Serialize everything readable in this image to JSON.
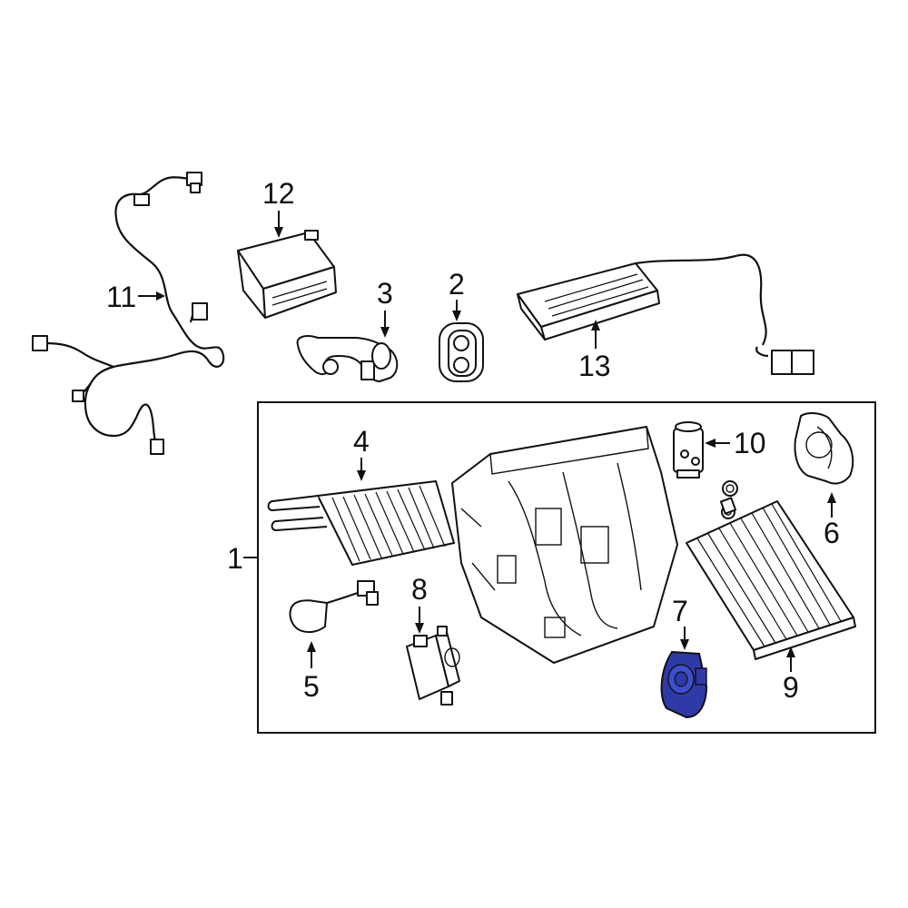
{
  "callouts": {
    "c1": "1",
    "c2": "2",
    "c3": "3",
    "c4": "4",
    "c5": "5",
    "c6": "6",
    "c7": "7",
    "c8": "8",
    "c9": "9",
    "c10": "10",
    "c11": "11",
    "c12": "12",
    "c13": "13"
  },
  "colors": {
    "line": "#111111",
    "background": "#ffffff",
    "highlight_part": "#2e3aa8"
  },
  "highlighted_part": "7"
}
